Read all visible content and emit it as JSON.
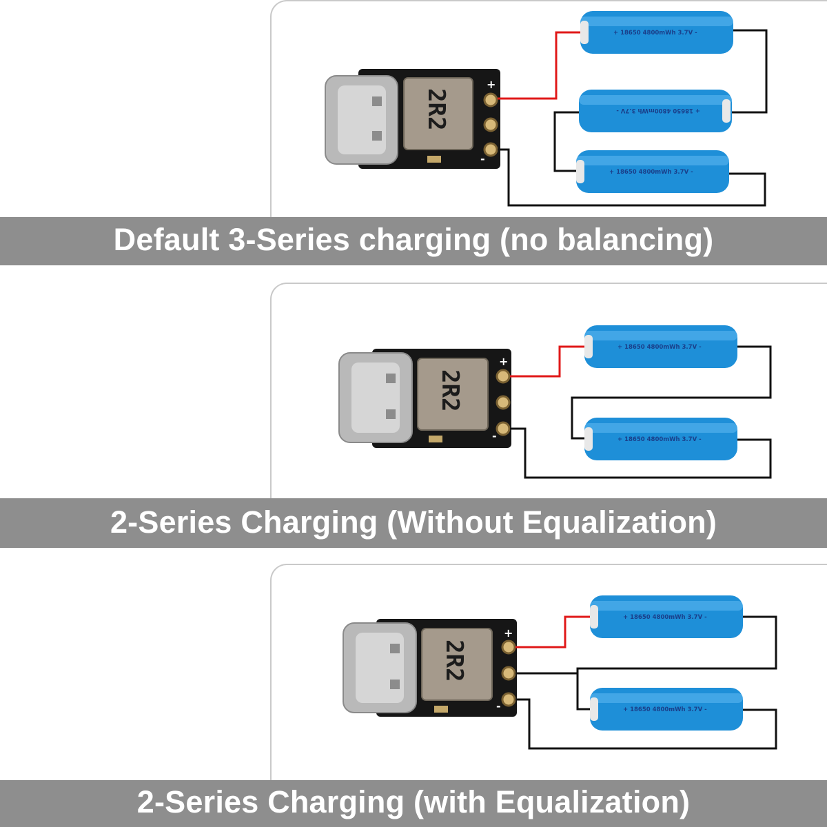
{
  "colors": {
    "caption_bg": "#8e8e8e",
    "caption_text": "#ffffff",
    "positive_wire": "#e01818",
    "wire": "#111111",
    "battery": "#1e8fd8",
    "pcb": "#161616"
  },
  "module": {
    "inductor_label": "2R2",
    "plus_sign": "+",
    "minus_sign": "-"
  },
  "battery": {
    "label": "+     18650  4800mWh   3.7V  -"
  },
  "panels": [
    {
      "caption": "Default 3-Series charging (no balancing)"
    },
    {
      "caption": "2-Series Charging (Without Equalization)"
    },
    {
      "caption": "2-Series Charging (with Equalization)"
    }
  ]
}
